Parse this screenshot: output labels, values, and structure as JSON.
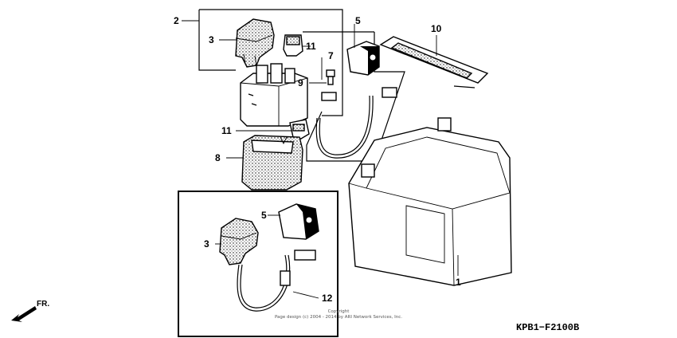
{
  "diagram_code": "KPB1−F2100B",
  "copyright": {
    "line1": "Copyright",
    "line2": "Page design (c) 2004 - 2014 by ARI Network Services, Inc."
  },
  "direction_label": "FR.",
  "callouts": {
    "c1": "1",
    "c2": "2",
    "c3a": "3",
    "c3b": "3",
    "c5a": "5",
    "c5b": "5",
    "c7": "7",
    "c8": "8",
    "c9": "9",
    "c10": "10",
    "c11a": "11",
    "c11b": "11",
    "c12": "12"
  }
}
